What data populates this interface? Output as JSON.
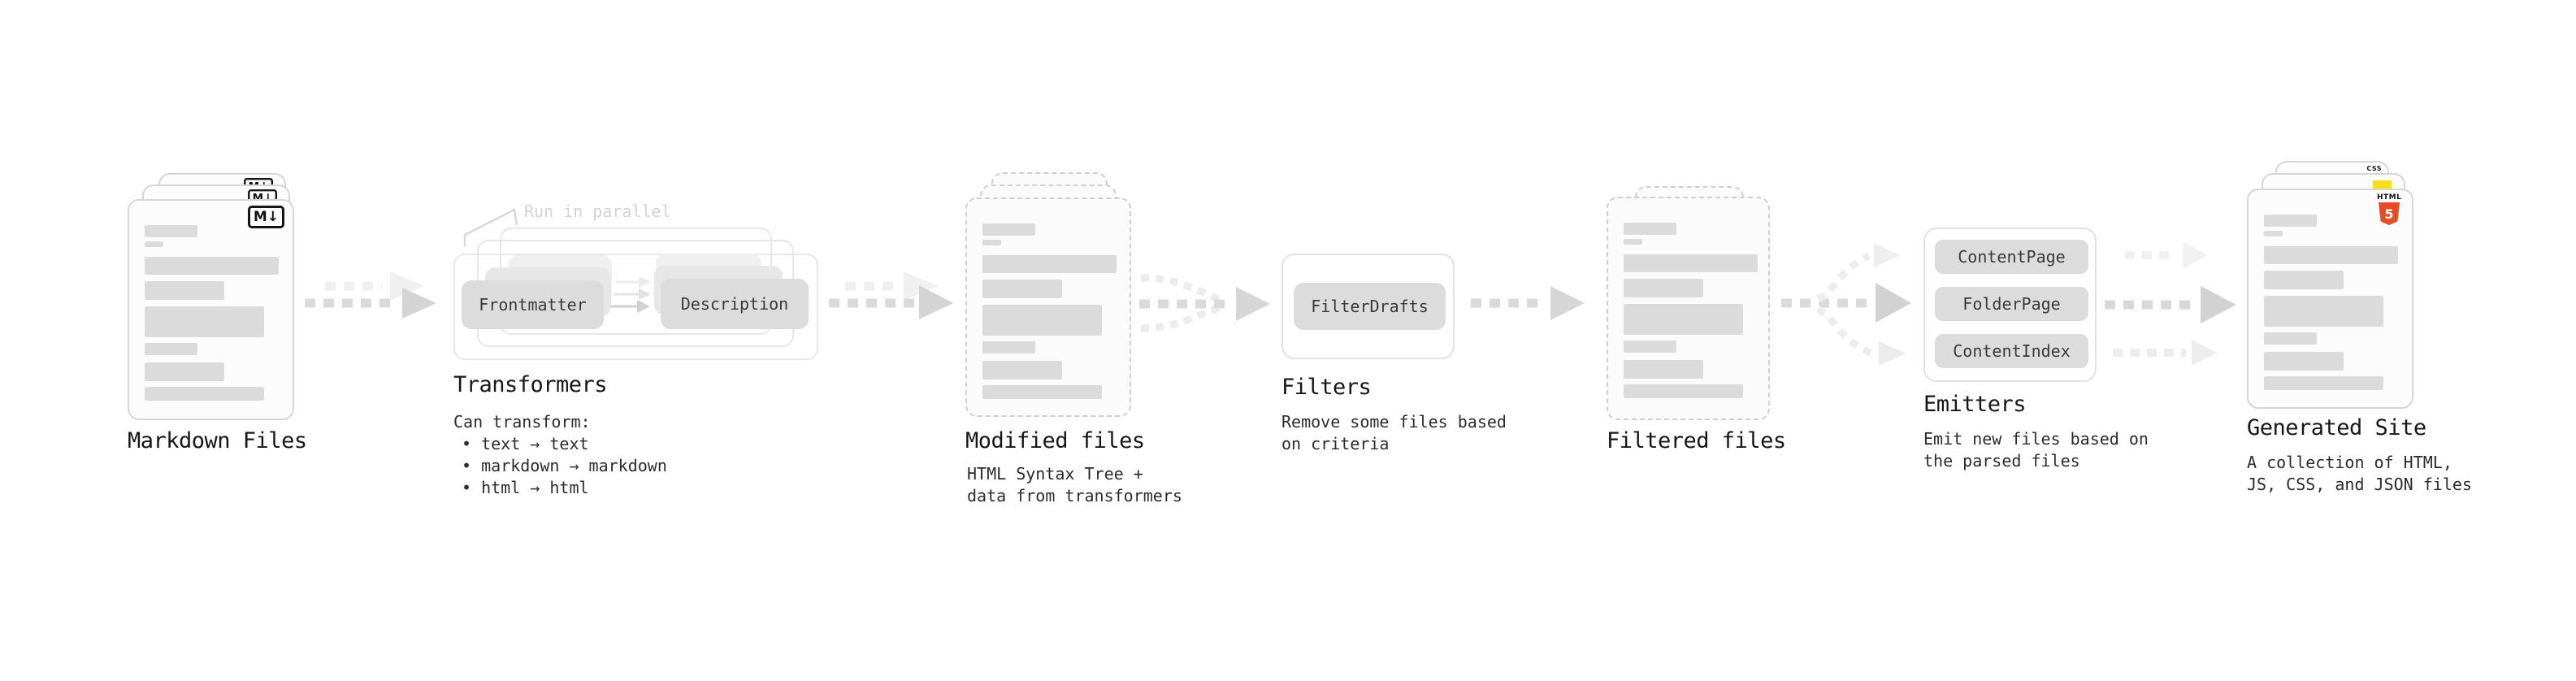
{
  "diagram": {
    "markdown_files": {
      "label": "Markdown Files",
      "badge": "M↓"
    },
    "transformers": {
      "note": "Run in parallel",
      "pill_left": "Frontmatter",
      "pill_right": "Description",
      "heading": "Transformers",
      "subheading": "Can transform:",
      "bullets": [
        "• text → text",
        "• markdown → markdown",
        "• html → html"
      ]
    },
    "modified_files": {
      "heading": "Modified files",
      "desc_line1": "HTML Syntax Tree +",
      "desc_line2": "data from transformers"
    },
    "filters": {
      "heading": "Filters",
      "pill": "FilterDrafts",
      "desc_line1": "Remove some files based",
      "desc_line2": "on criteria"
    },
    "filtered_files": {
      "heading": "Filtered files"
    },
    "emitters": {
      "heading": "Emitters",
      "pills": [
        "ContentPage",
        "FolderPage",
        "ContentIndex"
      ],
      "desc_line1": "Emit new files based on",
      "desc_line2": "the parsed files"
    },
    "generated_site": {
      "heading": "Generated Site",
      "desc_line1": "A collection of HTML,",
      "desc_line2": "JS, CSS, and JSON files",
      "badge_css": "CSS",
      "badge_html_label": "HTML",
      "badge_html_number": "5"
    }
  },
  "colors": {
    "html5_orange": "#e44d26",
    "js_yellow": "#f7df1e",
    "css_blue": "#2d63e8",
    "pill_gray": "#dcdcdc",
    "arrow_gray": "#d8d8d8"
  }
}
